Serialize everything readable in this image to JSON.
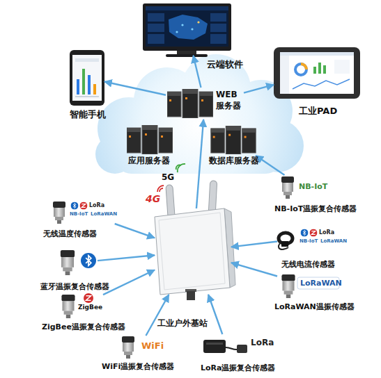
{
  "diagram": {
    "nodes": [
      {
        "text": [
          "云端软件"
        ]
      },
      {
        "text": [
          "智能手机"
        ]
      },
      {
        "text": [
          "工业PAD"
        ]
      },
      {
        "text": [
          "WEB 服务器"
        ]
      },
      {
        "text": [
          "应用服务器"
        ]
      },
      {
        "text": [
          "数据库服务器"
        ]
      },
      {
        "text": [
          "NB-IoT温振复合传感器"
        ]
      },
      {
        "text": [
          "无线温度传感器"
        ]
      },
      {
        "text": [
          "工业户外基站"
        ]
      },
      {
        "text": [
          "无线电流传感器"
        ]
      },
      {
        "text": [
          "蓝牙温振复合传感器"
        ]
      },
      {
        "text": [
          "LoRaWAN温振传感器"
        ]
      },
      {
        "text": [
          "ZigBee温振复合传感器"
        ]
      },
      {
        "text": [
          "WiFi温振复合传感器"
        ]
      },
      {
        "text": [
          "LoRa温振复合传感器"
        ]
      }
    ],
    "edges": [
      {
        "from": 3,
        "to": 0,
        "arrow": "to"
      },
      {
        "from": 3,
        "to": 1,
        "arrow": "to"
      },
      {
        "from": 3,
        "to": 2,
        "arrow": "to"
      },
      {
        "from": 8,
        "to": 3,
        "arrow": "to"
      },
      {
        "from": 6,
        "to": 5,
        "arrow": "to"
      },
      {
        "from": 7,
        "to": 8,
        "arrow": "to"
      },
      {
        "from": 9,
        "to": 8,
        "arrow": "to"
      },
      {
        "from": 10,
        "to": 8,
        "arrow": "to"
      },
      {
        "from": 11,
        "to": 8,
        "arrow": "to"
      },
      {
        "from": 12,
        "to": 8,
        "arrow": "to"
      },
      {
        "from": 13,
        "to": 8,
        "arrow": "to"
      },
      {
        "from": 14,
        "to": 8,
        "arrow": "to"
      }
    ],
    "labels": [
      "5G",
      "4G",
      "LoRa",
      "NB-IoT",
      "LoRaWAN",
      "NB-IoT",
      "LoRa",
      "NB-IoT",
      "LoRaWAN",
      "LoRaWAN",
      "ZigBee",
      "WiFi",
      "LoRa"
    ]
  }
}
